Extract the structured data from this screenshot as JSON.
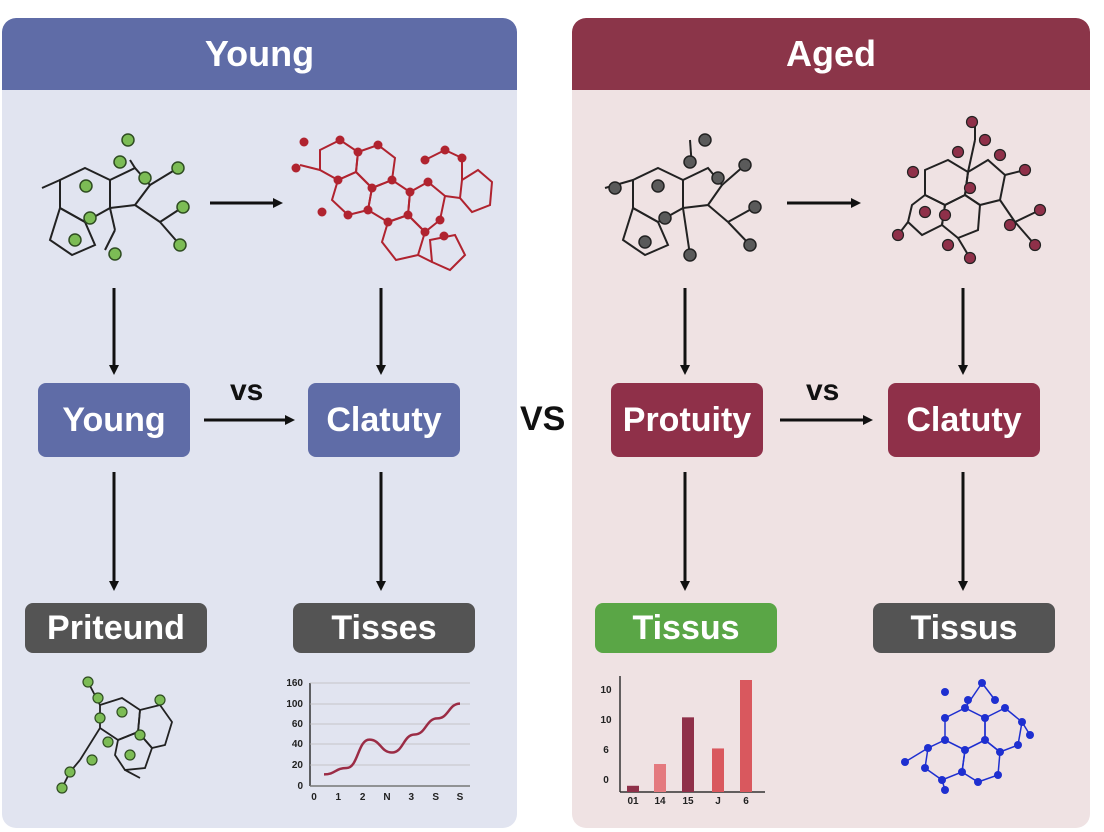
{
  "panels": {
    "young": {
      "title": "Young",
      "box_left": "Young",
      "box_right": "Clatuty",
      "vs": "vs",
      "bottom_left": "Priteund",
      "bottom_right": "Tisses"
    },
    "aged": {
      "title": "Aged",
      "box_left": "Protuity",
      "box_right": "Clatuty",
      "vs": "vs",
      "bottom_left": "Tissus",
      "bottom_right": "Tissus"
    }
  },
  "center_vs": "VS",
  "colors": {
    "young_header": "#5f6ca7",
    "aged_header": "#8b3549",
    "green_node": "#7cbc55",
    "red_molecule": "#b0232f",
    "gray_node": "#5a5a5a",
    "blue_network": "#1e2fd0"
  },
  "chart_data": [
    {
      "type": "line",
      "x": [
        "0",
        "1",
        "2",
        "N",
        "3",
        "S",
        "S"
      ],
      "yticks": [
        "0",
        "20",
        "40",
        "60",
        "100",
        "160"
      ],
      "series": [
        {
          "values": [
            18,
            28,
            72,
            52,
            80,
            105,
            128
          ]
        }
      ]
    },
    {
      "type": "bar",
      "categories": [
        "01",
        "14",
        "15",
        "J",
        "6"
      ],
      "yticks": [
        "0",
        "6",
        "10",
        "10"
      ],
      "values": [
        1,
        4.5,
        12,
        7,
        18
      ]
    }
  ]
}
